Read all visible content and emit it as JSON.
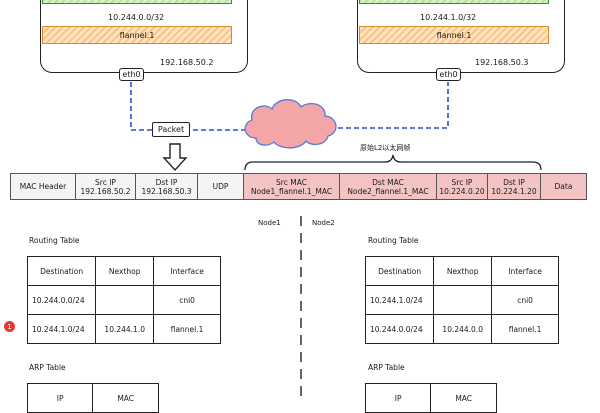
{
  "node1": {
    "veth_ip": "10.244.0.0/32",
    "flannel_label": "flannel.1",
    "host_ip": "192.168.50.2",
    "eth_label": "eth0",
    "name": "Node1"
  },
  "node2": {
    "veth_ip": "10.244.1.0/32",
    "flannel_label": "flannel.1",
    "host_ip": "192.168.50.3",
    "eth_label": "eth0",
    "name": "Node2"
  },
  "packet_label": "Packet",
  "frame_caption": "原始L2以太网帧",
  "outer_frame": {
    "mac_header": "MAC Header",
    "src_ip_label": "Src IP",
    "src_ip": "192.168.50.2",
    "dst_ip_label": "Dst IP",
    "dst_ip": "192.168.50.3",
    "udp": "UDP"
  },
  "inner_frame": {
    "src_mac_label": "Src MAC",
    "src_mac": "Node1_flannel.1_MAC",
    "dst_mac_label": "Dst MAC",
    "dst_mac": "Node2_flannel.1_MAC",
    "src_ip_label": "Src IP",
    "src_ip": "10.224.0.20",
    "dst_ip_label": "Dst IP",
    "dst_ip": "10.224.1.20",
    "data": "Data"
  },
  "routing_title": "Routing Table",
  "arp_title": "ARP Table",
  "routing_headers": [
    "Destination",
    "Nexthop",
    "Interface"
  ],
  "arp_headers": [
    "IP",
    "MAC"
  ],
  "node1_routes": [
    [
      "10.244.0.0/24",
      "",
      "cni0"
    ],
    [
      "10.244.1.0/24",
      "10.244.1.0",
      "flannel.1"
    ]
  ],
  "node2_routes": [
    [
      "10.244.1.0/24",
      "",
      "cni0"
    ],
    [
      "10.244.0.0/24",
      "10.244.0.0",
      "flannel.1"
    ]
  ],
  "badge_number": "1",
  "colors": {
    "dashed_link": "#2b4fd8",
    "cloud_fill": "#f4a6a6",
    "cloud_stroke": "#5b7fd6",
    "frame_pink": "#f4c4c4",
    "veth_green": "#b7e39a",
    "flannel_orange": "#f6c486",
    "badge_red": "#e53935"
  }
}
